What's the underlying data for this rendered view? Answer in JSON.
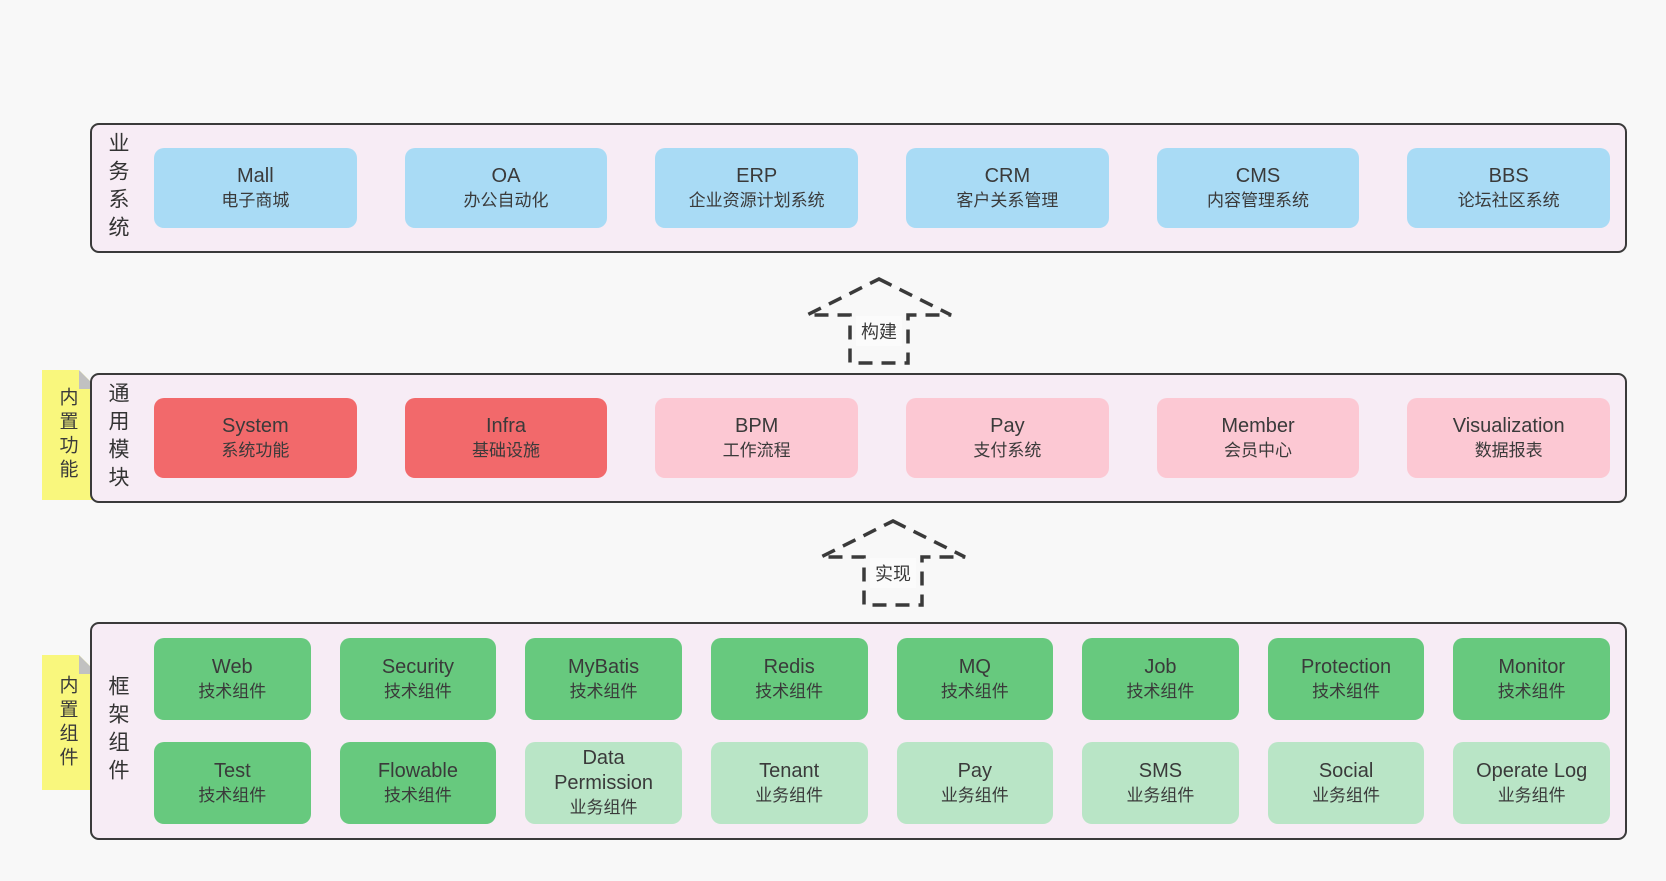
{
  "colors": {
    "background": "#f8f8f8",
    "layer_fill": "#f7ecf5",
    "layer_border": "#3a3a3a",
    "blue": "#a9dbf5",
    "red": "#f2696b",
    "pink": "#fcc8d3",
    "green": "#67c97e",
    "light_green": "#b9e5c6",
    "note_yellow": "#f9f77d",
    "fold_gray": "#c1c1c1",
    "text": "#3a3a3a"
  },
  "arrows": [
    {
      "label": "构建"
    },
    {
      "label": "实现"
    }
  ],
  "layers": [
    {
      "label": "业务系统",
      "note": null,
      "rows": [
        [
          {
            "title": "Mall",
            "subtitle": "电子商城",
            "variant": "blue"
          },
          {
            "title": "OA",
            "subtitle": "办公自动化",
            "variant": "blue"
          },
          {
            "title": "ERP",
            "subtitle": "企业资源计划系统",
            "variant": "blue"
          },
          {
            "title": "CRM",
            "subtitle": "客户关系管理",
            "variant": "blue"
          },
          {
            "title": "CMS",
            "subtitle": "内容管理系统",
            "variant": "blue"
          },
          {
            "title": "BBS",
            "subtitle": "论坛社区系统",
            "variant": "blue"
          }
        ]
      ]
    },
    {
      "label": "通用模块",
      "note": "内置功能",
      "rows": [
        [
          {
            "title": "System",
            "subtitle": "系统功能",
            "variant": "red"
          },
          {
            "title": "Infra",
            "subtitle": "基础设施",
            "variant": "red"
          },
          {
            "title": "BPM",
            "subtitle": "工作流程",
            "variant": "pink"
          },
          {
            "title": "Pay",
            "subtitle": "支付系统",
            "variant": "pink"
          },
          {
            "title": "Member",
            "subtitle": "会员中心",
            "variant": "pink"
          },
          {
            "title": "Visualization",
            "subtitle": "数据报表",
            "variant": "pink"
          }
        ]
      ]
    },
    {
      "label": "框架组件",
      "note": "内置组件",
      "rows": [
        [
          {
            "title": "Web",
            "subtitle": "技术组件",
            "variant": "green"
          },
          {
            "title": "Security",
            "subtitle": "技术组件",
            "variant": "green"
          },
          {
            "title": "MyBatis",
            "subtitle": "技术组件",
            "variant": "green"
          },
          {
            "title": "Redis",
            "subtitle": "技术组件",
            "variant": "green"
          },
          {
            "title": "MQ",
            "subtitle": "技术组件",
            "variant": "green"
          },
          {
            "title": "Job",
            "subtitle": "技术组件",
            "variant": "green"
          },
          {
            "title": "Protection",
            "subtitle": "技术组件",
            "variant": "green"
          },
          {
            "title": "Monitor",
            "subtitle": "技术组件",
            "variant": "green"
          }
        ],
        [
          {
            "title": "Test",
            "subtitle": "技术组件",
            "variant": "green"
          },
          {
            "title": "Flowable",
            "subtitle": "技术组件",
            "variant": "green"
          },
          {
            "title": "Data Permission",
            "subtitle": "业务组件",
            "variant": "lightgreen"
          },
          {
            "title": "Tenant",
            "subtitle": "业务组件",
            "variant": "lightgreen"
          },
          {
            "title": "Pay",
            "subtitle": "业务组件",
            "variant": "lightgreen"
          },
          {
            "title": "SMS",
            "subtitle": "业务组件",
            "variant": "lightgreen"
          },
          {
            "title": "Social",
            "subtitle": "业务组件",
            "variant": "lightgreen"
          },
          {
            "title": "Operate Log",
            "subtitle": "业务组件",
            "variant": "lightgreen"
          }
        ]
      ]
    }
  ]
}
